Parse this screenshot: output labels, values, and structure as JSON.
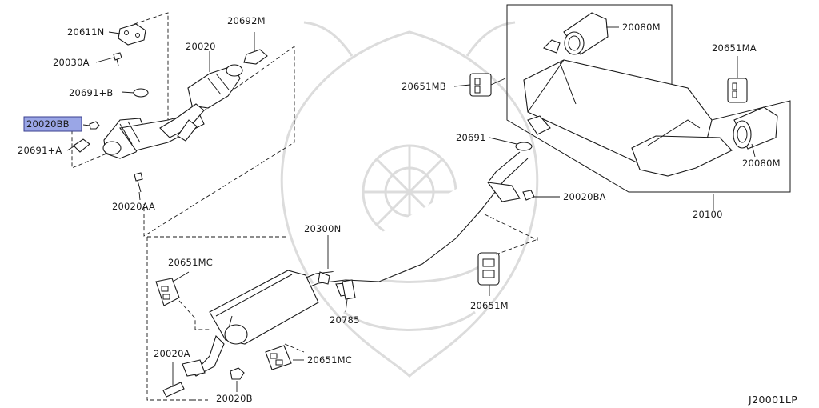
{
  "diagram": {
    "reference_code": "J20001LP",
    "highlighted_part": "20020BB",
    "callouts": [
      {
        "id": "c-20611N",
        "text": "20611N"
      },
      {
        "id": "c-20030A",
        "text": "20030A"
      },
      {
        "id": "c-20691B",
        "text": "20691+B"
      },
      {
        "id": "c-20020BB",
        "text": "20020BB"
      },
      {
        "id": "c-20691A",
        "text": "20691+A"
      },
      {
        "id": "c-20020AA",
        "text": "20020AA"
      },
      {
        "id": "c-20020",
        "text": "20020"
      },
      {
        "id": "c-20692M",
        "text": "20692M"
      },
      {
        "id": "c-20651MB",
        "text": "20651MB"
      },
      {
        "id": "c-20080M-top",
        "text": "20080M"
      },
      {
        "id": "c-20651MA",
        "text": "20651MA"
      },
      {
        "id": "c-20691",
        "text": "20691"
      },
      {
        "id": "c-20080M-right",
        "text": "20080M"
      },
      {
        "id": "c-20020BA",
        "text": "20020BA"
      },
      {
        "id": "c-20100",
        "text": "20100"
      },
      {
        "id": "c-20300N",
        "text": "20300N"
      },
      {
        "id": "c-20651MC-left",
        "text": "20651MC"
      },
      {
        "id": "c-20785",
        "text": "20785"
      },
      {
        "id": "c-20651M",
        "text": "20651M"
      },
      {
        "id": "c-20020A",
        "text": "20020A"
      },
      {
        "id": "c-20651MC-bottom",
        "text": "20651MC"
      },
      {
        "id": "c-20020B",
        "text": "20020B"
      }
    ]
  }
}
